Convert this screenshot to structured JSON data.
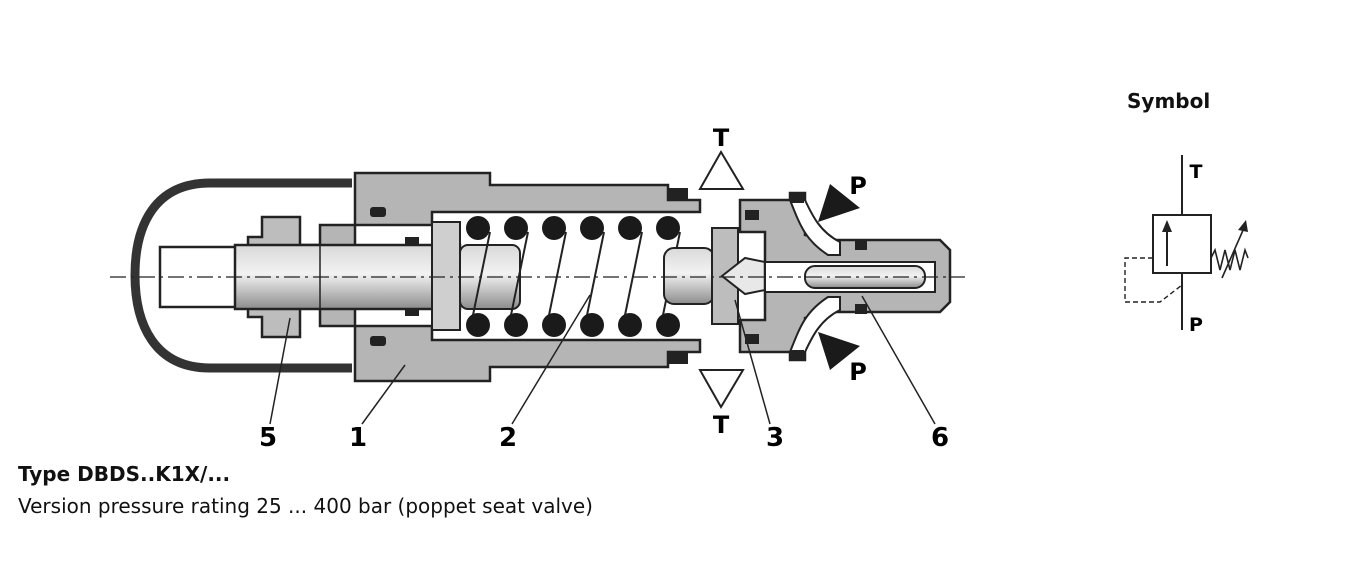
{
  "diagram": {
    "port_labels": {
      "tank_top": "T",
      "tank_bottom": "T",
      "pressure_top": "P",
      "pressure_bottom": "P"
    },
    "part_numbers": [
      "5",
      "1",
      "2",
      "3",
      "6"
    ]
  },
  "symbol": {
    "title": "Symbol",
    "port_t": "T",
    "port_p": "P"
  },
  "caption": {
    "title": "Type DBDS..K1X/...",
    "subtitle": "Version pressure rating 25 ... 400 bar (poppet seat valve)"
  }
}
